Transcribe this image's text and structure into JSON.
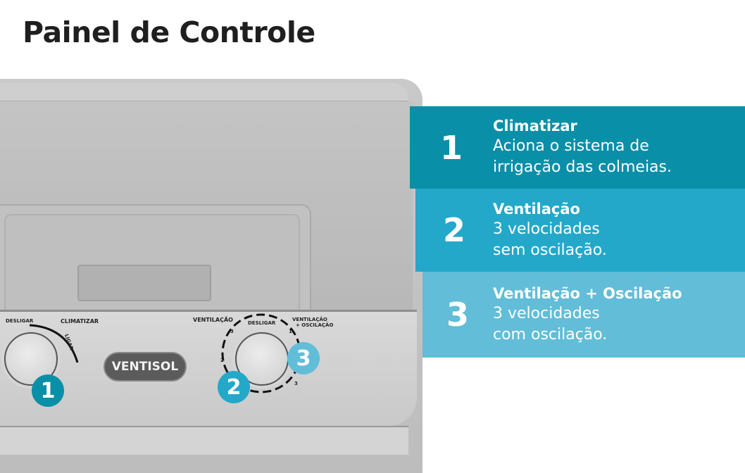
{
  "title": "Painel de Controle",
  "product": {
    "brand": "VENTISOL",
    "knob1_labels": {
      "off": "DESLIGAR",
      "mode": "CLIMATIZAR",
      "on": "LIGAR"
    },
    "knob2_labels": {
      "left": "VENTILAÇÃO",
      "off": "DESLIGAR",
      "right_1": "VENTILAÇÃO",
      "right_2": "+ OSCILAÇÃO",
      "s3_left": "3",
      "s2_left": "2",
      "s1_right": "1",
      "s3_right": "3"
    },
    "badges": [
      "1",
      "2",
      "3"
    ]
  },
  "features": [
    {
      "number": "1",
      "title": "Climatizar",
      "line1": "Aciona o sistema de",
      "line2": "irrigação das colmeias.",
      "color": "#0a8fa8"
    },
    {
      "number": "2",
      "title": "Ventilação",
      "line1": "3 velocidades",
      "line2": "sem oscilação.",
      "color": "#24a8c9"
    },
    {
      "number": "3",
      "title": "Ventilação + Oscilação",
      "line1": "3 velocidades",
      "line2": "com oscilação.",
      "color": "#62bdd8"
    }
  ]
}
